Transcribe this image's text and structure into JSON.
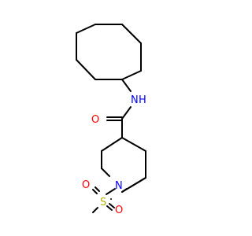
{
  "molecule": {
    "atoms": {
      "amide_nitrogen": {
        "element": "N",
        "label": "N",
        "hydrogen": "H",
        "color": "#0000ff"
      },
      "carbonyl_oxygen": {
        "element": "O",
        "label": "O",
        "color": "#ff0000"
      },
      "ring_nitrogen": {
        "element": "N",
        "label": "N",
        "color": "#0000ff"
      },
      "sulfur": {
        "element": "S",
        "label": "S",
        "color": "#b2b200"
      },
      "sulfonyl_oxygen_top": {
        "element": "O",
        "label": "O",
        "color": "#ff0000"
      },
      "sulfonyl_oxygen_bottom": {
        "element": "O",
        "label": "O",
        "color": "#ff0000"
      }
    },
    "bond_color": "#000000",
    "background": "#ffffff"
  }
}
